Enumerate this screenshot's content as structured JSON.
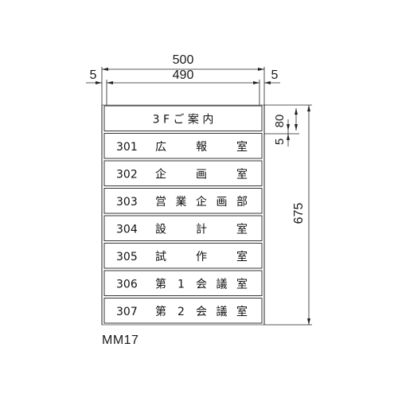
{
  "dimensions": {
    "overall_width": "500",
    "inner_width": "490",
    "left_margin": "5",
    "right_margin": "5",
    "row_height": "80",
    "row_gap": "5",
    "total_height": "675"
  },
  "sign": {
    "header": "3 F ご 案 内",
    "rows": [
      {
        "number": "301",
        "name": [
          "広",
          "報",
          "室"
        ]
      },
      {
        "number": "302",
        "name": [
          "企",
          "画",
          "室"
        ]
      },
      {
        "number": "303",
        "name": [
          "営",
          "業",
          "企",
          "画",
          "部"
        ]
      },
      {
        "number": "304",
        "name": [
          "設",
          "計",
          "室"
        ]
      },
      {
        "number": "305",
        "name": [
          "試",
          "作",
          "室"
        ]
      },
      {
        "number": "306",
        "name": [
          "第",
          "1",
          "会",
          "議",
          "室"
        ]
      },
      {
        "number": "307",
        "name": [
          "第",
          "2",
          "会",
          "議",
          "室"
        ]
      }
    ]
  },
  "model_code": "MM17"
}
